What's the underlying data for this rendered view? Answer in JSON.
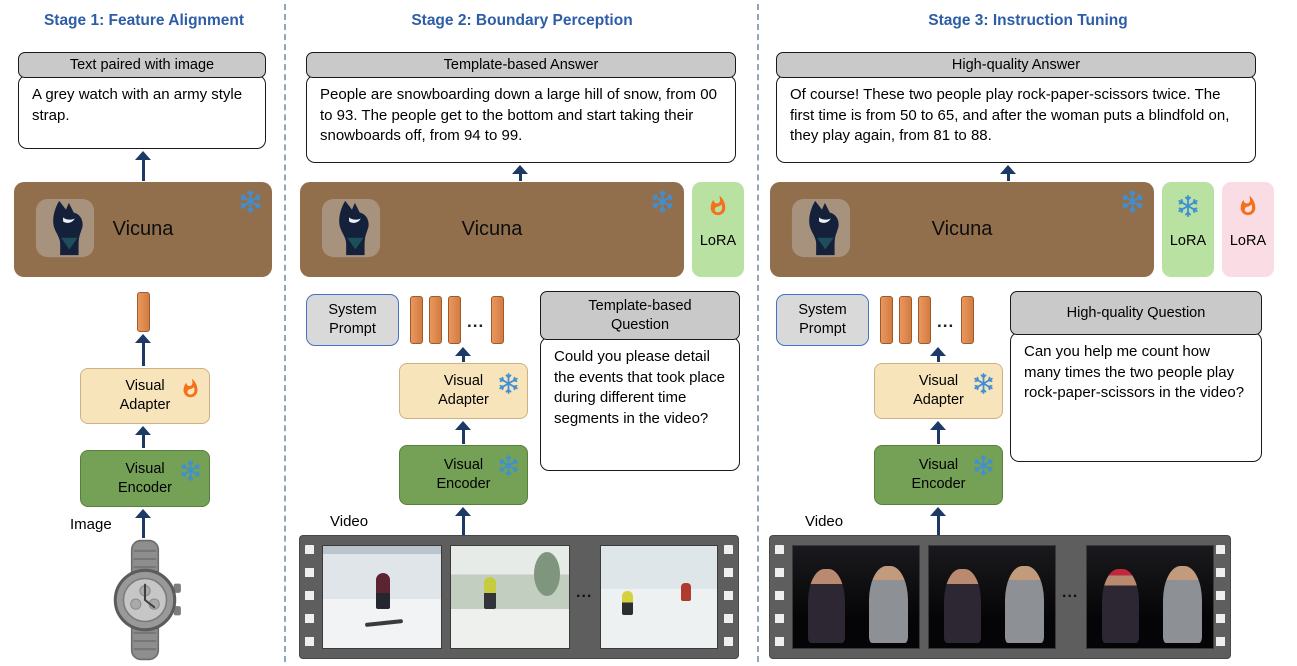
{
  "colors": {
    "stage_title": "#2e5da8",
    "vicuna_box": "#926f4c",
    "lora_green": "#b9e1a2",
    "lora_pink": "#fadde4",
    "adapter": "#f8e4ba",
    "encoder": "#74a156",
    "token_orange": "#dd8b52",
    "header_gray": "#c9c9c9",
    "system_prompt_border": "#4472c4",
    "snowflake_blue": "#3f8fd6",
    "flame_orange": "#f4711c",
    "arrow_navy": "#1d3a66"
  },
  "icons": {
    "snowflake": "frozen-module",
    "flame": "trainable-module"
  },
  "stage1": {
    "title": "Stage 1: Feature Alignment",
    "header": "Text paired with image",
    "answer": "A grey watch with an army style strap.",
    "model": "Vicuna",
    "adapter": "Visual Adapter",
    "encoder": "Visual Encoder",
    "input": "Image"
  },
  "stage2": {
    "title": "Stage 2: Boundary Perception",
    "header": "Template-based Answer",
    "answer": "People are snowboarding down a large hill of snow, from 00 to 93. The people get to the bottom and start taking their snowboards off, from 94 to 99.",
    "model": "Vicuna",
    "lora": "LoRA",
    "system_prompt": "System Prompt",
    "tokens_ellipsis": "...",
    "question_header": "Template-based Question",
    "question": "Could you please detail the events that took place during different time segments in the video?",
    "adapter": "Visual Adapter",
    "encoder": "Visual Encoder",
    "input": "Video",
    "frames_ellipsis": "..."
  },
  "stage3": {
    "title": "Stage 3: Instruction Tuning",
    "header": "High-quality Answer",
    "answer": "Of course! These two people play rock-paper-scissors twice. The first time is from 50 to 65, and after the woman puts a blindfold on, they play again, from 81 to 88.",
    "model": "Vicuna",
    "lora_green": "LoRA",
    "lora_pink": "LoRA",
    "system_prompt": "System Prompt",
    "tokens_ellipsis": "...",
    "question_header": "High-quality Question",
    "question": "Can you help me count how many times the two people play rock-paper-scissors in the video?",
    "adapter": "Visual Adapter",
    "encoder": "Visual Encoder",
    "input": "Video",
    "frames_ellipsis": "..."
  }
}
